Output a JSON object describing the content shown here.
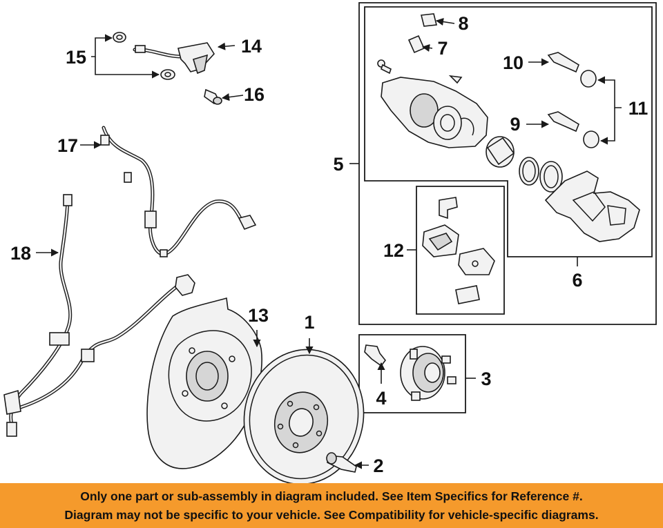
{
  "callouts": {
    "c1": "1",
    "c2": "2",
    "c3": "3",
    "c4": "4",
    "c5": "5",
    "c6": "6",
    "c7": "7",
    "c8": "8",
    "c9": "9",
    "c10": "10",
    "c11": "11",
    "c12": "12",
    "c13": "13",
    "c14": "14",
    "c15": "15",
    "c16": "16",
    "c17": "17",
    "c18": "18"
  },
  "banner": {
    "line1": "Only one part or sub-assembly in diagram included. See Item Specifics for Reference #.",
    "line2": "Diagram may not be specific to your vehicle. See Compatibility for vehicle-specific diagrams."
  },
  "colors": {
    "banner_bg": "#f59a2c",
    "ink": "#1a1a1a",
    "part_fill": "#f2f2f2"
  }
}
